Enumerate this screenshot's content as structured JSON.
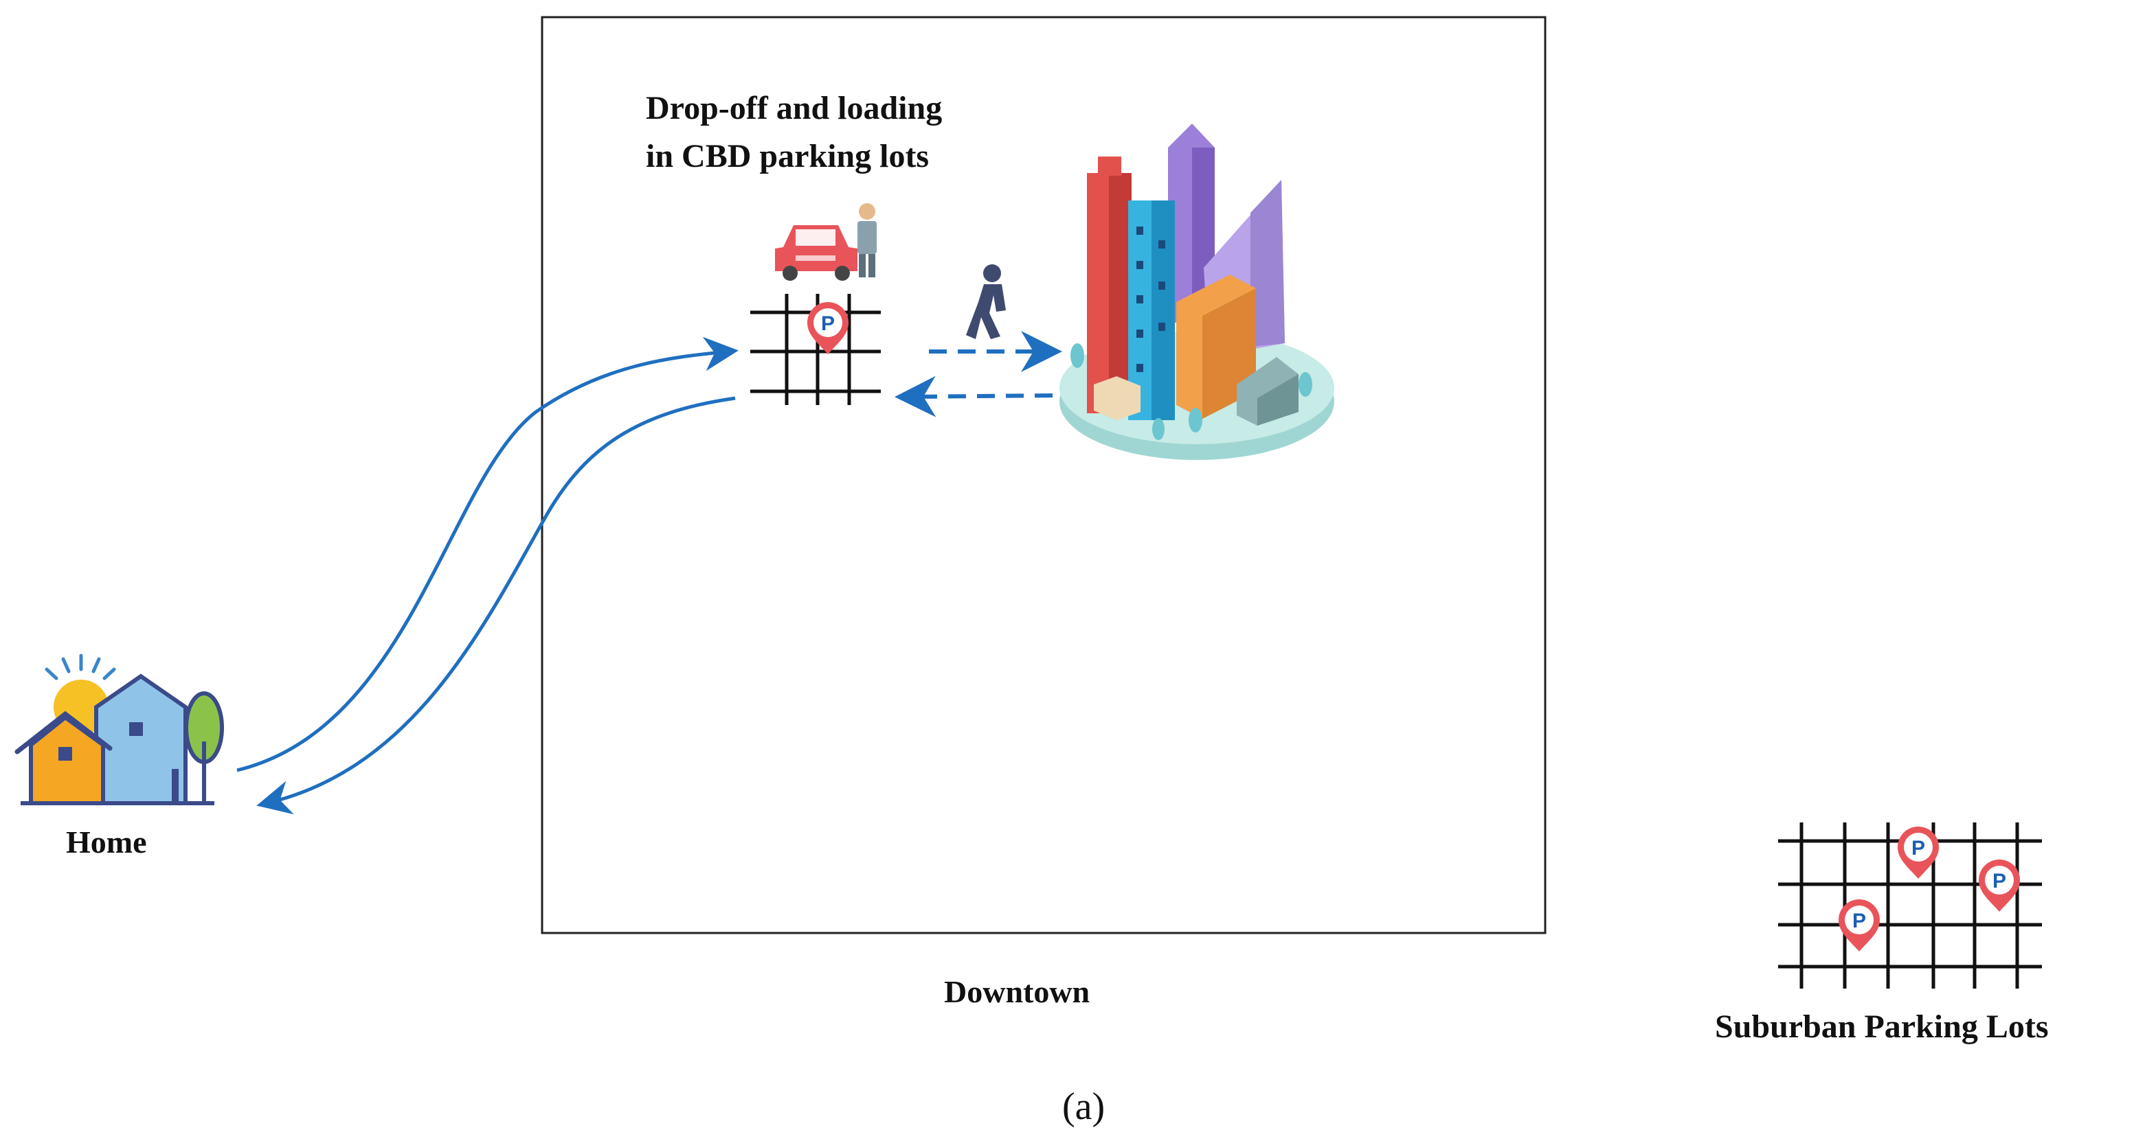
{
  "labels": {
    "dropoff_line1": "Drop-off and loading",
    "dropoff_line2": "in CBD parking lots",
    "home": "Home",
    "downtown": "Downtown",
    "suburban": "Suburban Parking Lots",
    "panel": "(a)"
  },
  "icons": {
    "parking_marker": "P"
  },
  "colors": {
    "arrow": "#1f6fc0",
    "marker": "#e8545a",
    "marker_text": "#1a5fb4",
    "box": "#222222"
  }
}
